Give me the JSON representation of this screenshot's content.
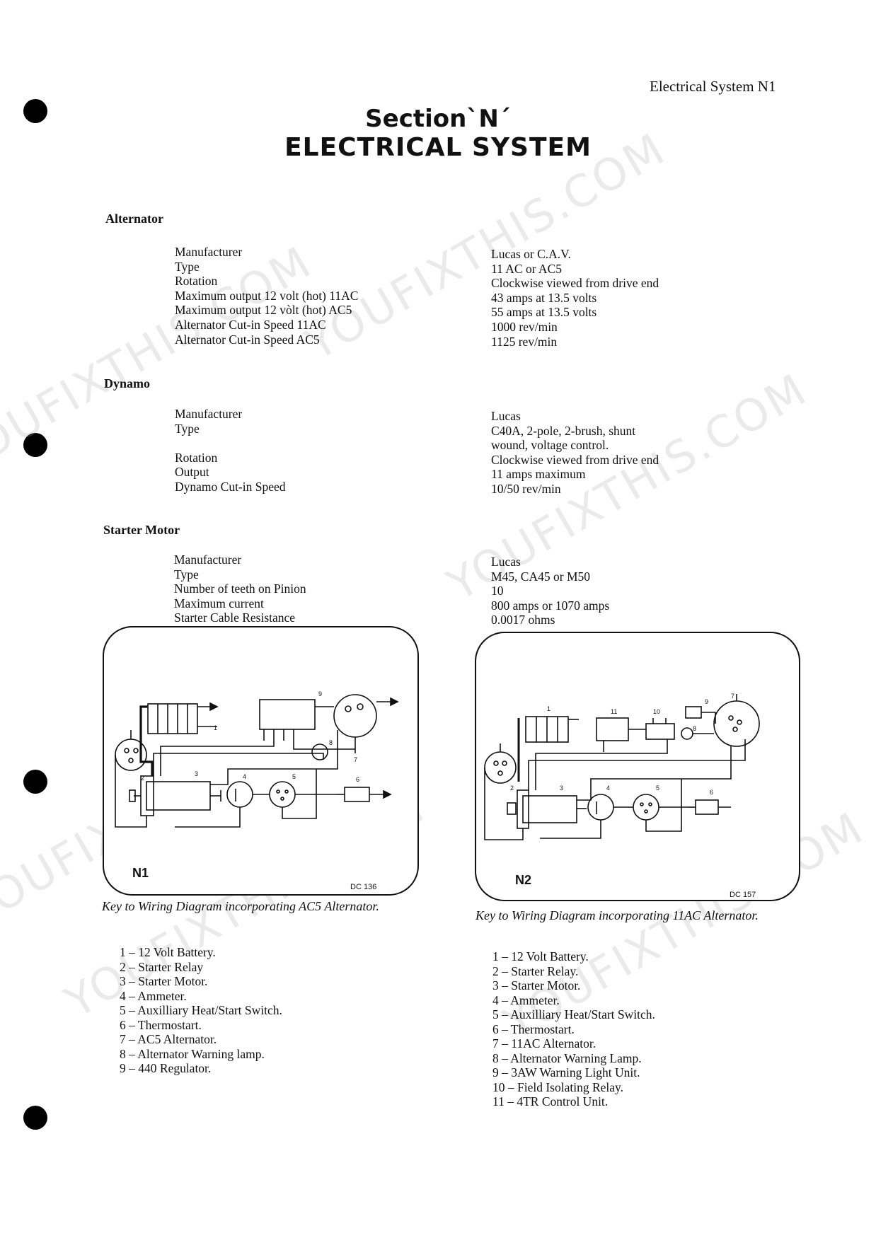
{
  "header": {
    "page_ref": "Electrical System N1"
  },
  "title": {
    "section": "Section`N´",
    "subtitle": "ELECTRICAL SYSTEM"
  },
  "alternator": {
    "heading": "Alternator",
    "labels": [
      "Manufacturer",
      "Type",
      "Rotation",
      "Maximum output 12 volt (hot) 11AC",
      "Maximum output 12 vòlt (hot) AC5",
      "Alternator Cut-in Speed 11AC",
      "Alternator Cut-in Speed AC5"
    ],
    "values": [
      "Lucas or C.A.V.",
      "11 AC or AC5",
      "Clockwise viewed from drive end",
      "43 amps at 13.5 volts",
      "55 amps at 13.5 volts",
      "1000 rev/min",
      "1125 rev/min"
    ]
  },
  "dynamo": {
    "heading": "Dynamo",
    "labels": [
      "Manufacturer",
      "Type",
      "",
      "Rotation",
      "Output",
      "Dynamo Cut-in Speed"
    ],
    "values": [
      "Lucas",
      "C40A, 2-pole, 2-brush, shunt",
      "wound, voltage control.",
      "Clockwise viewed from drive end",
      "11 amps maximum",
      "10/50 rev/min"
    ]
  },
  "starter": {
    "heading": "Starter Motor",
    "labels": [
      "Manufacturer",
      "Type",
      "Number of teeth on Pinion",
      "Maximum current",
      "Starter Cable Resistance"
    ],
    "values": [
      "Lucas",
      "M45, CA45 or M50",
      "10",
      "800 amps or 1070 amps",
      "0.0017 ohms"
    ]
  },
  "diagram_n1": {
    "label": "N1",
    "ref": "DC 136",
    "caption": "Key to Wiring Diagram incorporating AC5 Alternator.",
    "key": [
      "1 – 12 Volt Battery.",
      "2 – Starter Relay",
      "3 – Starter Motor.",
      "4 – Ammeter.",
      "5 – Auxilliary Heat/Start Switch.",
      "6 – Thermostart.",
      "7 – AC5 Alternator.",
      "8 – Alternator Warning lamp.",
      "9 – 440 Regulator."
    ]
  },
  "diagram_n2": {
    "label": "N2",
    "ref": "DC 157",
    "caption": "Key to Wiring Diagram incorporating 11AC Alternator.",
    "key": [
      "1 – 12 Volt Battery.",
      "2 – Starter Relay.",
      "3 – Starter Motor.",
      "4 – Ammeter.",
      "5 – Auxilliary Heat/Start Switch.",
      "6 – Thermostart.",
      "7 – 11AC Alternator.",
      "8 – Alternator Warning Lamp.",
      "9 – 3AW Warning Light Unit.",
      "10 – Field Isolating Relay.",
      "11 – 4TR Control Unit."
    ]
  },
  "watermark": {
    "text": "YOUFIXTHIS.COM"
  }
}
